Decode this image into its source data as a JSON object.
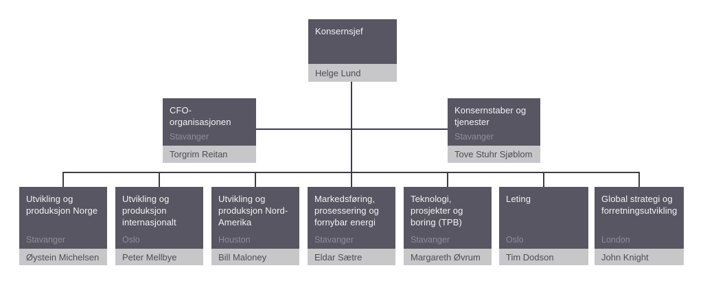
{
  "diagram": {
    "type": "org-chart",
    "levels": 3
  },
  "colors": {
    "box_header": "#585662",
    "box_footer": "#c7c6c9",
    "title_text": "#f4f3f5",
    "location_text": "#8f8d97",
    "name_text": "#4e4c56",
    "connector_line": "#3d3c45",
    "background": "#ffffff"
  },
  "nodes": {
    "ceo": {
      "title": "Konsernsjef",
      "name": "Helge Lund"
    },
    "level2": [
      {
        "title": "CFO-organisasjonen",
        "location": "Stavanger",
        "name": "Torgrim Reitan"
      },
      {
        "title": "Konsernstaber og tjenester",
        "location": "Stavanger",
        "name": "Tove Stuhr Sjøblom"
      }
    ],
    "level3": [
      {
        "title": "Utvikling og produksjon Norge",
        "location": "Stavanger",
        "name": "Øystein Michelsen"
      },
      {
        "title": "Utvikling og produksjon internasjonalt",
        "location": "Oslo",
        "name": "Peter Mellbye"
      },
      {
        "title": "Utvikling og produksjon Nord-Amerika",
        "location": "Houston",
        "name": "Bill Maloney"
      },
      {
        "title": "Markedsføring, prosessering og fornybar energi",
        "location": "Stavanger",
        "name": "Eldar Sætre"
      },
      {
        "title": "Teknologi, prosjekter og boring (TPB)",
        "location": "Stavanger",
        "name": "Margareth Øvrum"
      },
      {
        "title": "Leting",
        "location": "Oslo",
        "name": "Tim Dodson"
      },
      {
        "title": "Global strategi og forretningsutvikling",
        "location": "London",
        "name": "John Knight"
      }
    ]
  }
}
